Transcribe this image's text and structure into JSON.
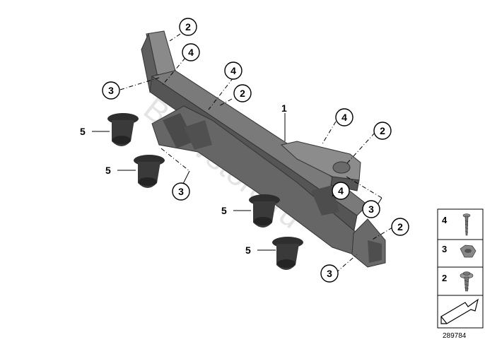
{
  "diagram": {
    "callouts": [
      {
        "id": "c1",
        "label": "1"
      },
      {
        "id": "c2a",
        "label": "2"
      },
      {
        "id": "c2b",
        "label": "2"
      },
      {
        "id": "c2c",
        "label": "2"
      },
      {
        "id": "c2d",
        "label": "2"
      },
      {
        "id": "c3a",
        "label": "3"
      },
      {
        "id": "c3b",
        "label": "3"
      },
      {
        "id": "c3c",
        "label": "3"
      },
      {
        "id": "c3d",
        "label": "3"
      },
      {
        "id": "c4a",
        "label": "4"
      },
      {
        "id": "c4b",
        "label": "4"
      },
      {
        "id": "c4c",
        "label": "4"
      },
      {
        "id": "c4d",
        "label": "4"
      },
      {
        "id": "c5a",
        "label": "5"
      },
      {
        "id": "c5b",
        "label": "5"
      },
      {
        "id": "c5c",
        "label": "5"
      },
      {
        "id": "c5d",
        "label": "5"
      }
    ],
    "watermark": "BMWstore.ru",
    "legend": [
      {
        "label": "4",
        "icon": "screw-icon"
      },
      {
        "label": "3",
        "icon": "hex-nut-icon"
      },
      {
        "label": "2",
        "icon": "flange-screw-icon"
      }
    ],
    "reference_number": "289784"
  },
  "colors": {
    "part_fill": "#6e6e6e",
    "part_dark": "#4a4a4a",
    "part_light": "#9a9a9a"
  }
}
